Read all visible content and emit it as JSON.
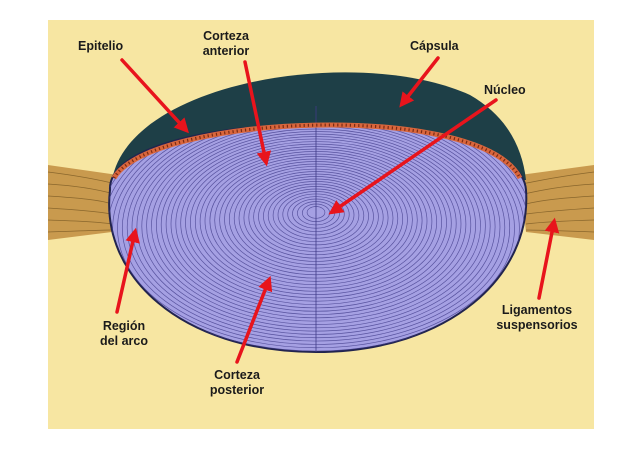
{
  "labels": {
    "epitelio": "Epitelio",
    "corteza_anterior_1": "Corteza",
    "corteza_anterior_2": "anterior",
    "capsula": "Cápsula",
    "nucleo": "Núcleo",
    "region_arco_1": "Región",
    "region_arco_2": "del arco",
    "corteza_posterior_1": "Corteza",
    "corteza_posterior_2": "posterior",
    "ligamentos_1": "Ligamentos",
    "ligamentos_2": "suspensorios"
  },
  "colors": {
    "background": "#f7e6a2",
    "lens_fill": "#a5a0e3",
    "lens_rings": "#3f3a88",
    "capsule_dark": "#1e3f47",
    "epithelium": "#d9663c",
    "ligaments": "#c99a4e",
    "arrow": "#e8141c"
  }
}
